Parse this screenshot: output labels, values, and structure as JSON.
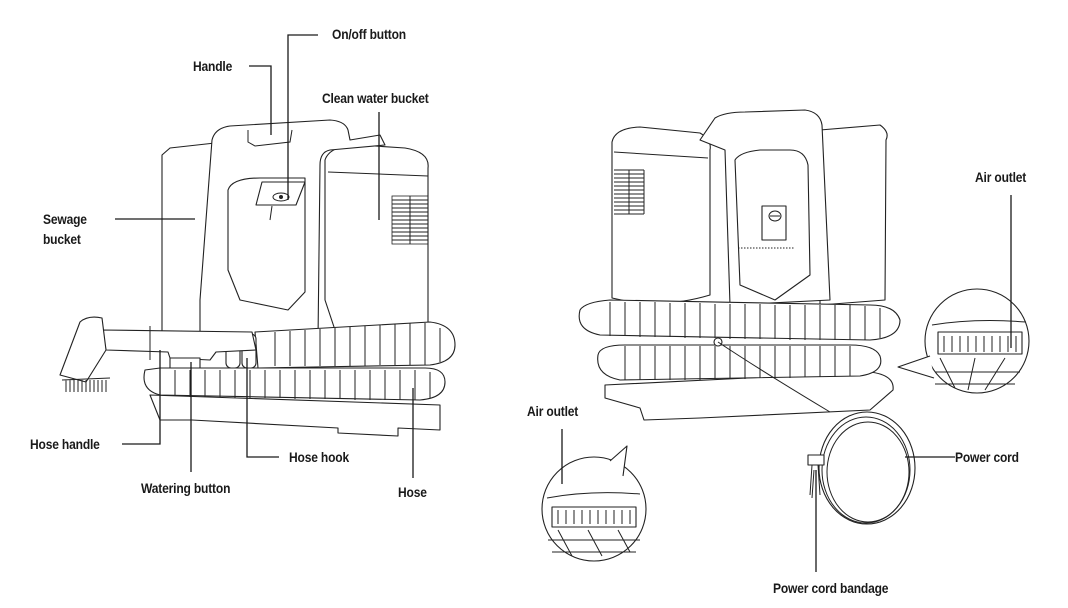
{
  "title": "Spot cleaner parts diagram",
  "colors": {
    "ink": "#1a1a1a",
    "background": "#ffffff"
  },
  "front_view": {
    "labels": {
      "on_off_button": "On/off button",
      "handle": "Handle",
      "clean_water_bucket": "Clean water bucket",
      "sewage_bucket": "Sewage\nbucket",
      "hose_handle": "Hose handle",
      "watering_button": "Watering button",
      "hose_hook": "Hose hook",
      "hose": "Hose"
    }
  },
  "rear_view": {
    "labels": {
      "air_outlet_right": "Air outlet",
      "air_outlet_left": "Air outlet",
      "power_cord": "Power cord",
      "power_cord_bandage": "Power cord bandage"
    }
  }
}
